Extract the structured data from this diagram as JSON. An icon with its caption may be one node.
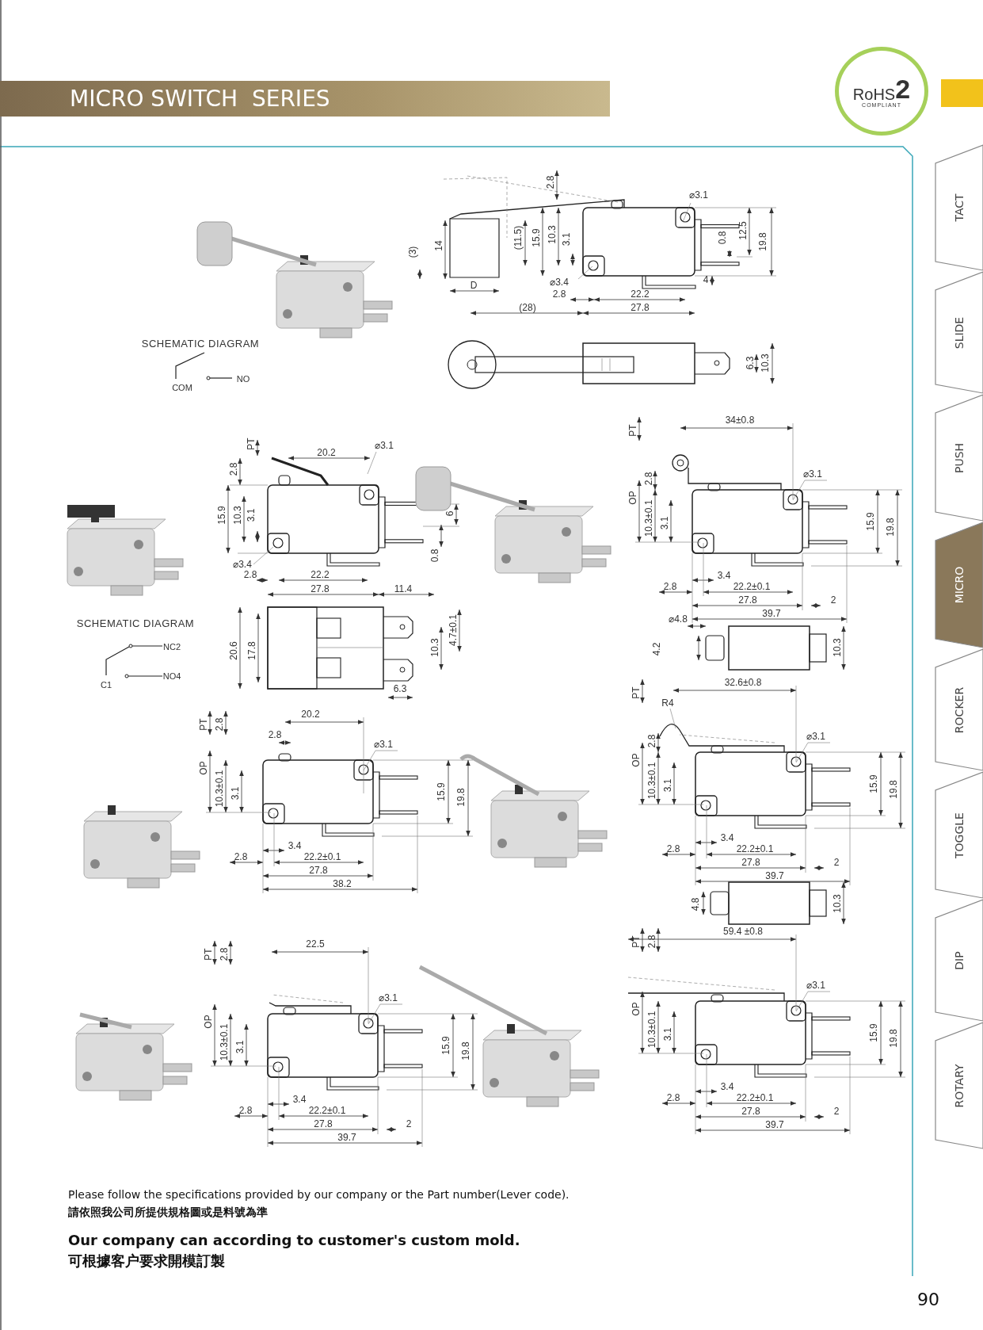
{
  "diagram": {
    "title": "MICRO SWITCH  SERIES",
    "nodes": [
      {
        "text": [
          "RoHS",
          "2",
          "COMPLIANT"
        ]
      },
      {
        "text": [
          "TACT"
        ]
      },
      {
        "text": [
          "SLIDE"
        ]
      },
      {
        "text": [
          "PUSH"
        ]
      },
      {
        "text": [
          "MICRO"
        ]
      },
      {
        "text": [
          "ROCKER"
        ]
      },
      {
        "text": [
          "TOGGLE"
        ]
      },
      {
        "text": [
          "DIP"
        ]
      },
      {
        "text": [
          "ROTARY"
        ]
      }
    ],
    "labels": [
      "2.8",
      "⌀3.1",
      "(3)",
      "14",
      "(11.5)",
      "15.9",
      "10.3",
      "3.1",
      "0.8",
      "12.5",
      "19.8",
      "D",
      "⌀3.4",
      "4",
      "2.8",
      "22.2",
      "(28)",
      "27.8",
      "6.3",
      "10.3",
      "SCHEMATIC DIAGRAM",
      "COM",
      "NO",
      "PT",
      "2.8",
      "20.2",
      "⌀3.1",
      "15.9",
      "10.3",
      "3.1",
      "6",
      "⌀3.4",
      "0.8",
      "2.8",
      "22.2",
      "27.8",
      "11.4",
      "20.6",
      "17.8",
      "10.3",
      "4.7±0.1",
      "6.3",
      "SCHEMATIC DIAGRAM",
      "NC2",
      "C1",
      "NO4",
      "PT",
      "34±0.8",
      "⌀3.1",
      "OP",
      "2.8",
      "10.3±0.1",
      "3.1",
      "15.9",
      "19.8",
      "3.4",
      "2.8",
      "22.2±0.1",
      "27.8",
      "2",
      "39.7",
      "⌀4.8",
      "4.2",
      "10.3",
      "PT",
      "2.8",
      "2.8",
      "20.2",
      "⌀3.1",
      "OP",
      "10.3±0.1",
      "3.1",
      "15.9",
      "19.8",
      "3.4",
      "2.8",
      "22.2±0.1",
      "27.8",
      "38.2",
      "PT",
      "32.6±0.8",
      "R4",
      "⌀3.1",
      "OP",
      "2.8",
      "10.3±0.1",
      "3.1",
      "15.9",
      "19.8",
      "3.4",
      "2.8",
      "22.2±0.1",
      "27.8",
      "2",
      "39.7",
      "4.8",
      "10.3",
      "PT",
      "2.8",
      "22.5",
      "⌀3.1",
      "OP",
      "10.3±0.1",
      "3.1",
      "15.9",
      "19.8",
      "3.4",
      "2.8",
      "22.2±0.1",
      "27.8",
      "2",
      "39.7",
      "PT",
      "2.8",
      "59.4 ±0.8",
      "⌀3.1",
      "OP",
      "10.3±0.1",
      "3.1",
      "15.9",
      "19.8",
      "3.4",
      "2.8",
      "22.2±0.1",
      "27.8",
      "2",
      "39.7",
      "Please follow the specifications provided by our company or the Part number(Lever code).",
      "請依照我公司所提供規格圖或是料號為準",
      "Our company can according to customer's custom mold.",
      "可根據客户要求開模訂製",
      "90"
    ]
  }
}
